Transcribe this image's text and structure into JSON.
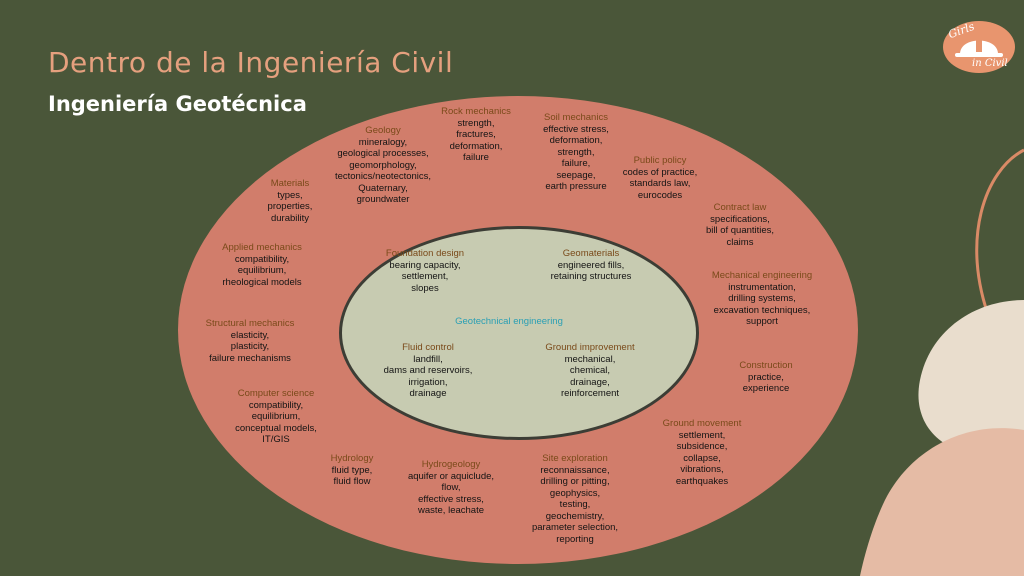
{
  "slide": {
    "title": "Dentro de la Ingeniería Civil",
    "subtitle": "Ingeniería Geotécnica"
  },
  "logo": {
    "line1": "Girls",
    "line2": "in Civil",
    "icon": "hard-hat-icon"
  },
  "diagram": {
    "center": "Geotechnical engineering",
    "inner": [
      {
        "id": "foundation",
        "heading": "Foundation design",
        "lines": [
          "bearing capacity,",
          "settlement,",
          "slopes"
        ]
      },
      {
        "id": "geomaterials",
        "heading": "Geomaterials",
        "lines": [
          "engineered fills,",
          "retaining structures"
        ]
      },
      {
        "id": "fluid",
        "heading": "Fluid control",
        "lines": [
          "landfill,",
          "dams and reservoirs,",
          "irrigation,",
          "drainage"
        ]
      },
      {
        "id": "ground-improvement",
        "heading": "Ground improvement",
        "lines": [
          "mechanical,",
          "chemical,",
          "drainage,",
          "reinforcement"
        ]
      }
    ],
    "outer": [
      {
        "id": "geology",
        "heading": "Geology",
        "lines": [
          "mineralogy,",
          "geological processes,",
          "geomorphology,",
          "tectonics/neotectonics,",
          "Quaternary,",
          "groundwater"
        ]
      },
      {
        "id": "rock",
        "heading": "Rock mechanics",
        "lines": [
          "strength,",
          "fractures,",
          "deformation,",
          "failure"
        ]
      },
      {
        "id": "soil",
        "heading": "Soil mechanics",
        "lines": [
          "effective stress,",
          "deformation,",
          "strength,",
          "failure,",
          "seepage,",
          "earth pressure"
        ]
      },
      {
        "id": "public-policy",
        "heading": "Public policy",
        "lines": [
          "codes of practice,",
          "standards law,",
          "eurocodes"
        ]
      },
      {
        "id": "materials",
        "heading": "Materials",
        "lines": [
          "types,",
          "properties,",
          "durability"
        ]
      },
      {
        "id": "contract",
        "heading": "Contract law",
        "lines": [
          "specifications,",
          "bill of quantities,",
          "claims"
        ]
      },
      {
        "id": "applied",
        "heading": "Applied mechanics",
        "lines": [
          "compatibility,",
          "equilibrium,",
          "rheological models"
        ]
      },
      {
        "id": "mechanical-eng",
        "heading": "Mechanical engineering",
        "lines": [
          "instrumentation,",
          "drilling systems,",
          "excavation techniques,",
          "support"
        ]
      },
      {
        "id": "structural",
        "heading": "Structural mechanics",
        "lines": [
          "elasticity,",
          "plasticity,",
          "failure mechanisms"
        ]
      },
      {
        "id": "construction",
        "heading": "Construction",
        "lines": [
          "practice,",
          "experience"
        ]
      },
      {
        "id": "computer",
        "heading": "Computer science",
        "lines": [
          "compatibility,",
          "equilibrium,",
          "conceptual models,",
          "IT/GIS"
        ]
      },
      {
        "id": "ground-movement",
        "heading": "Ground movement",
        "lines": [
          "settlement,",
          "subsidence,",
          "collapse,",
          "vibrations,",
          "earthquakes"
        ]
      },
      {
        "id": "hydrology",
        "heading": "Hydrology",
        "lines": [
          "fluid type,",
          "fluid flow"
        ]
      },
      {
        "id": "hydrogeology",
        "heading": "Hydrogeology",
        "lines": [
          "aquifer or aquiclude,",
          "flow,",
          "effective stress,",
          "waste, leachate"
        ]
      },
      {
        "id": "site",
        "heading": "Site exploration",
        "lines": [
          "reconnaissance,",
          "drilling or pitting,",
          "geophysics,",
          "testing,",
          "geochemistry,",
          "parameter selection,",
          "reporting"
        ]
      }
    ]
  },
  "colors": {
    "background": "#4a5639",
    "outer_ring": "#d17d6b",
    "inner_core": "#c7cbb1",
    "heading": "#7a4a1a",
    "center_label": "#2a9fb4",
    "title": "#e5a07e"
  }
}
